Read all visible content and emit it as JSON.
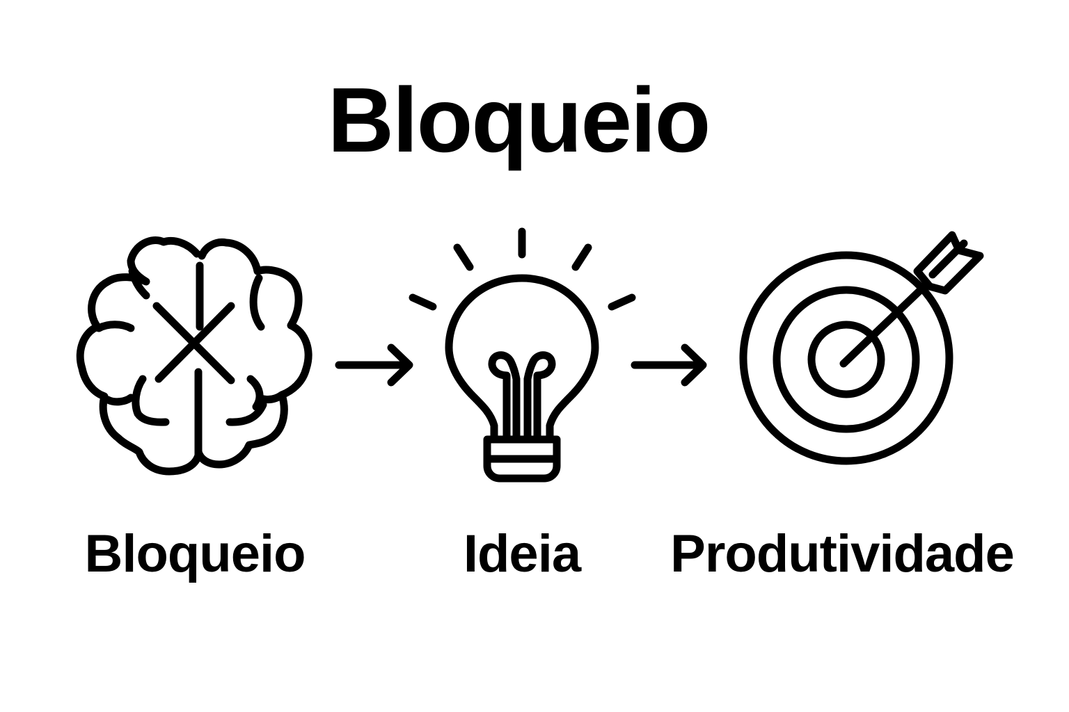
{
  "title": "Bloqueio",
  "steps": [
    {
      "label": "Bloqueio",
      "icon": "brain-crossed-icon"
    },
    {
      "label": "Ideia",
      "icon": "lightbulb-icon"
    },
    {
      "label": "Produtividade",
      "icon": "target-arrow-icon"
    }
  ],
  "connectors": [
    "arrow-right-icon",
    "arrow-right-icon"
  ],
  "colors": {
    "foreground": "#000000",
    "background": "#ffffff"
  }
}
